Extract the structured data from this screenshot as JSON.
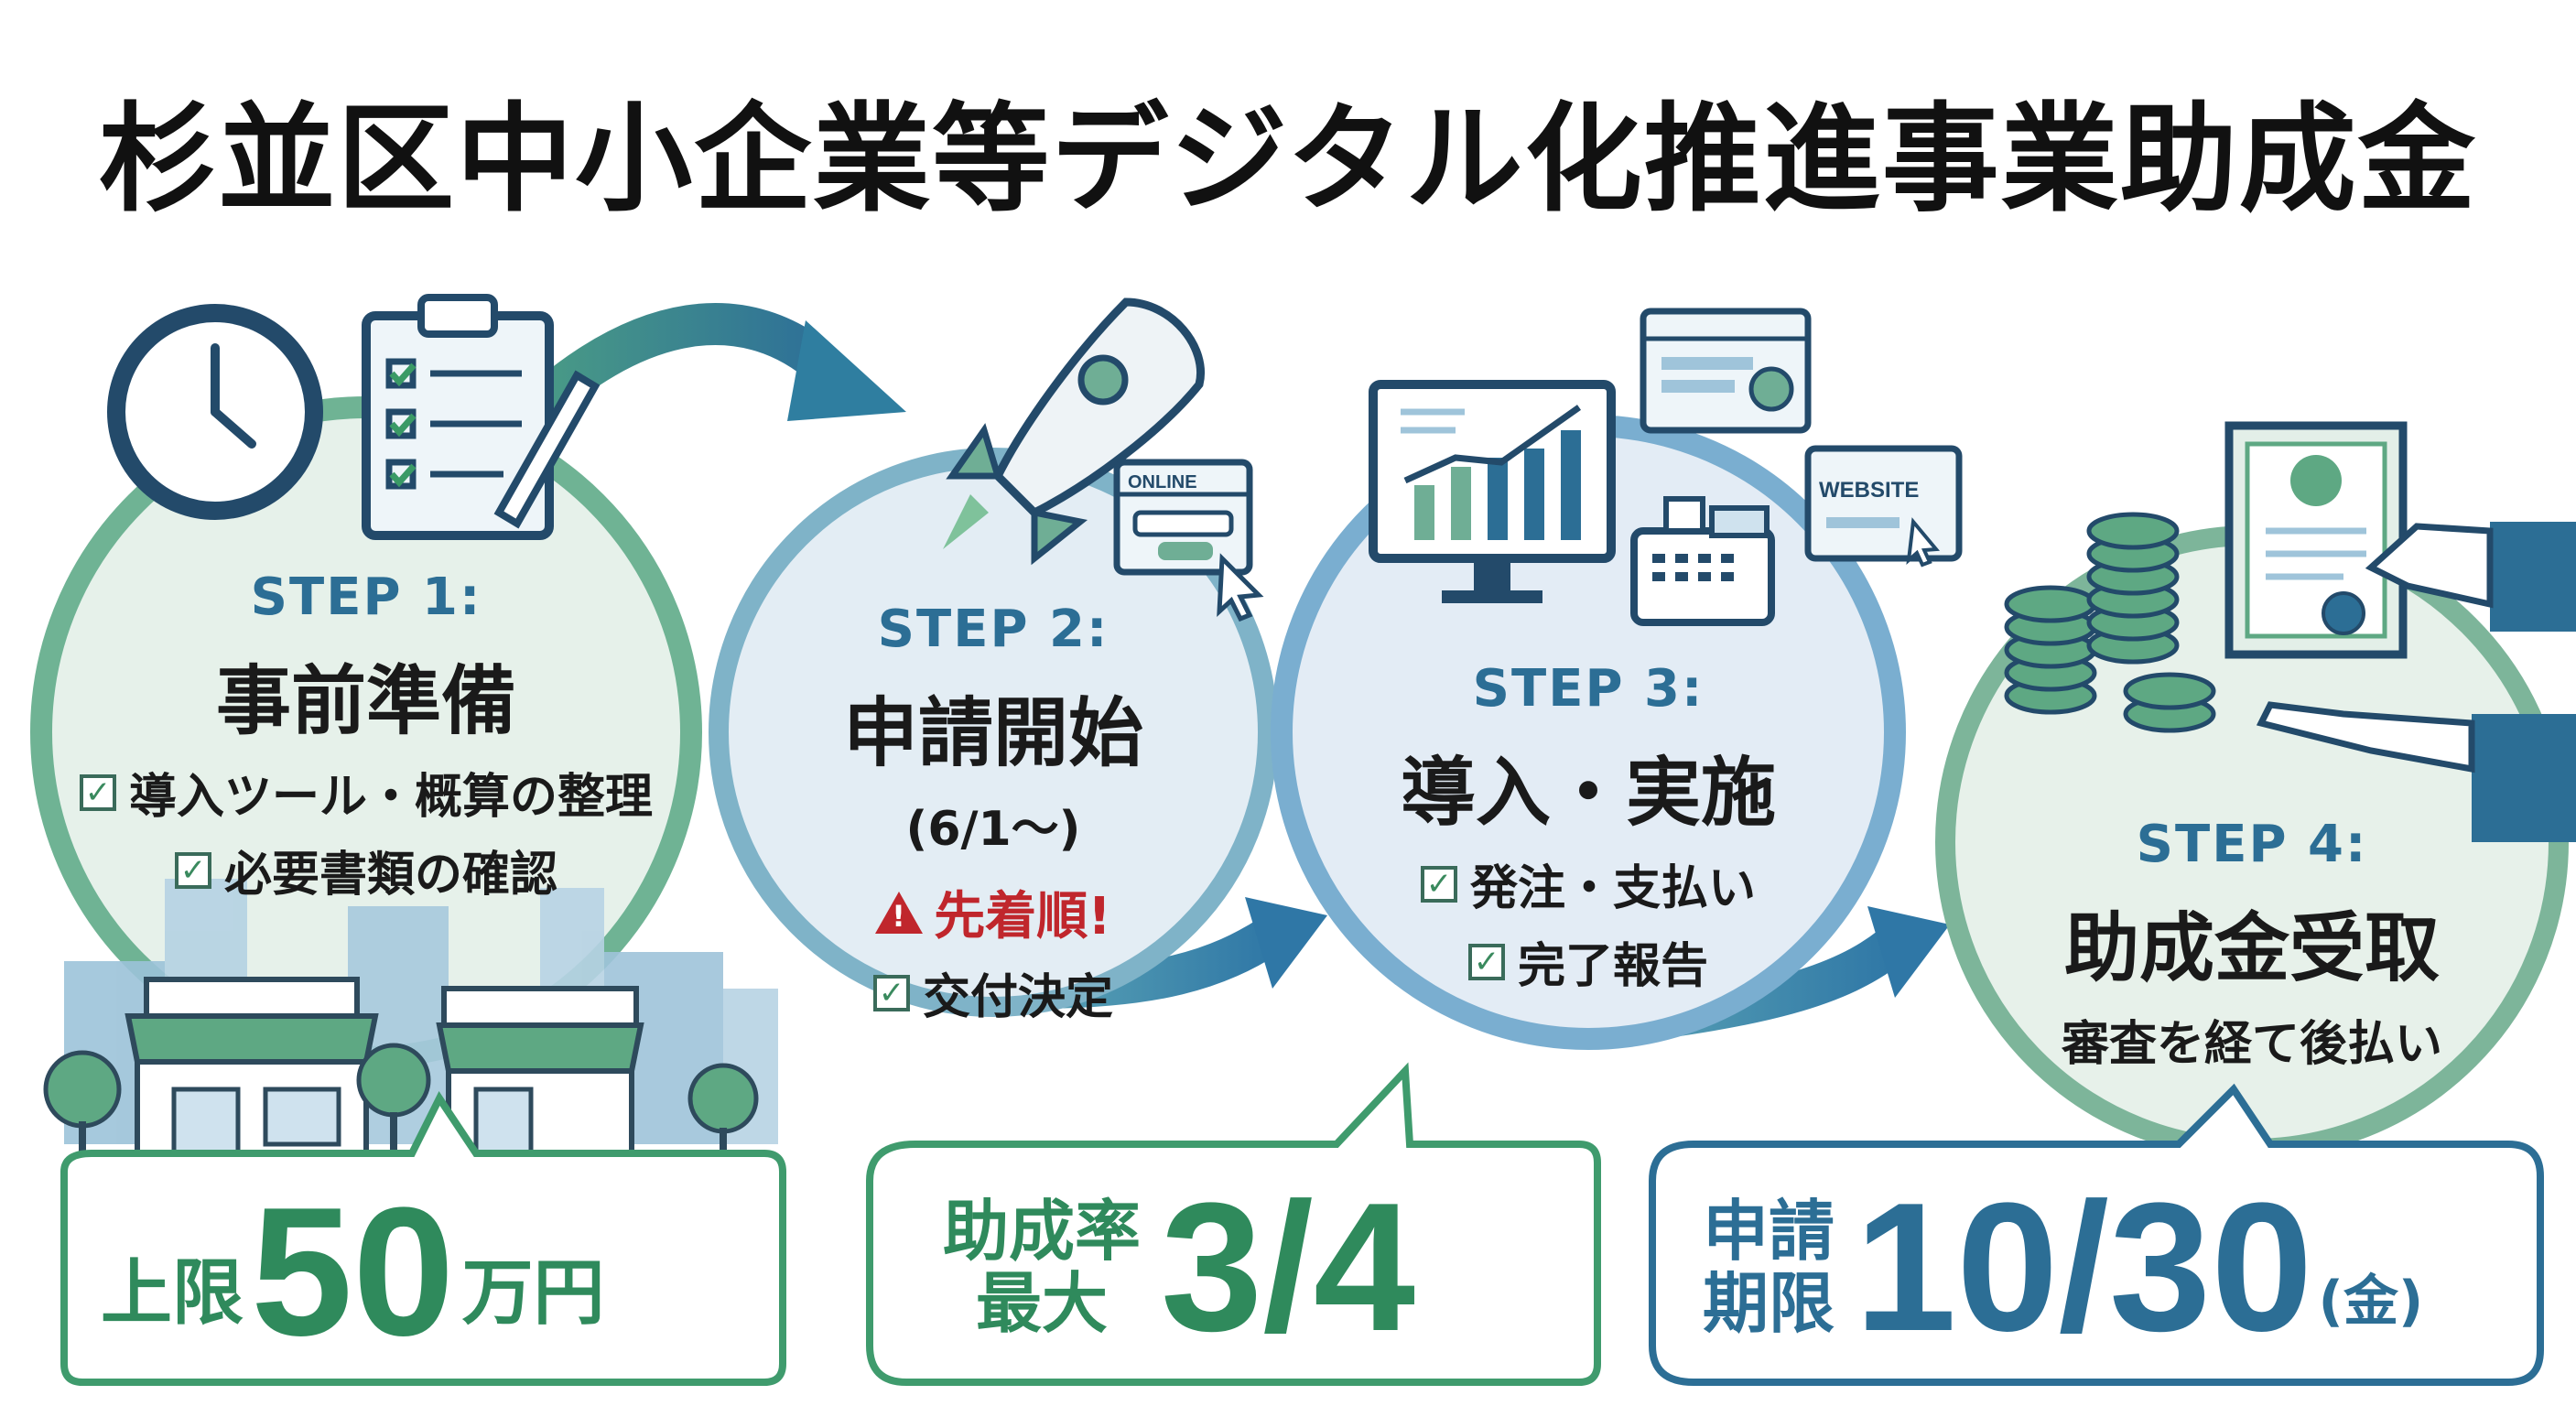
{
  "title": "杉並区中小企業等デジタル化推進事業助成金",
  "steps": [
    {
      "label": "STEP 1:",
      "name": "事前準備",
      "items": [
        "導入ツール・概算の整理",
        "必要書類の確認"
      ]
    },
    {
      "label": "STEP 2:",
      "name": "申請開始",
      "sub": "(6/1〜)",
      "warning": "先着順!",
      "items": [
        "交付決定"
      ]
    },
    {
      "label": "STEP 3:",
      "name": "導入・実施",
      "items": [
        "発注・支払い",
        "完了報告"
      ]
    },
    {
      "label": "STEP 4:",
      "name": "助成金受取",
      "sub": "審査を経て後払い"
    }
  ],
  "icons": {
    "online_label": "ONLINE",
    "website_label": "WEBSITE"
  },
  "info": {
    "limit_prefix": "上限",
    "limit_value": "50",
    "limit_unit": "万円",
    "rate_label_1": "助成率",
    "rate_label_2": "最大",
    "rate_value": "3/4",
    "deadline_label_1": "申請",
    "deadline_label_2": "期限",
    "deadline_value": "10/30",
    "deadline_day": "(金)"
  },
  "colors": {
    "green": "#2f8a5c",
    "blue": "#2c6e95",
    "green_circle": "#e6f1ea",
    "blue_circle": "#e3edf4",
    "warning": "#c0262c"
  }
}
